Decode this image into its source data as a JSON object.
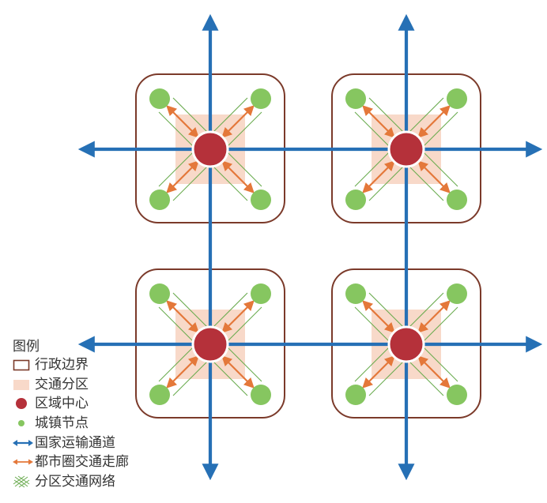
{
  "legend": {
    "title": "图例",
    "items": [
      {
        "key": "admin-boundary",
        "label": "行政边界"
      },
      {
        "key": "transport-zone",
        "label": "交通分区"
      },
      {
        "key": "regional-center",
        "label": "区域中心"
      },
      {
        "key": "town-node",
        "label": "城镇节点"
      },
      {
        "key": "national-network",
        "label": "国家运输通道"
      },
      {
        "key": "metro-corridor",
        "label": "都市圈交通走廊"
      },
      {
        "key": "zone-network",
        "label": "分区交通网络"
      }
    ]
  },
  "colors": {
    "boundary": "#7b3a2a",
    "zone_fill": "#f8d9c9",
    "center": "#b5313a",
    "node": "#86c660",
    "national": "#2670b5",
    "metro": "#e4783a",
    "zone_net": "#6aab4f"
  }
}
